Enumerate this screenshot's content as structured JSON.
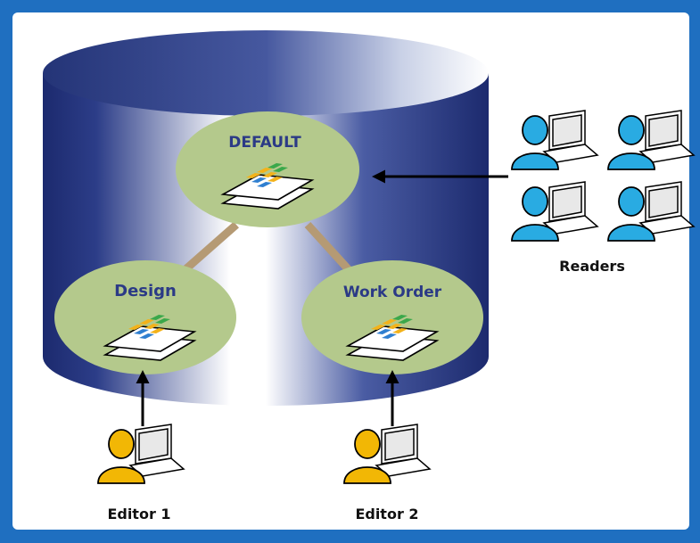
{
  "diagram": {
    "versions": {
      "default": {
        "label": "DEFAULT"
      },
      "design": {
        "label": "Design"
      },
      "work_order": {
        "label": "Work Order"
      }
    },
    "readers_label": "Readers",
    "editor1_label": "Editor 1",
    "editor2_label": "Editor 2"
  },
  "colors": {
    "background_border": "#1f6fc0",
    "panel": "#ffffff",
    "cylinder_dark": "#1c2a6e",
    "cylinder_light": "#ffffff",
    "version_node": "#b4c98c",
    "version_label": "#2b3a86",
    "connector": "#b59a74",
    "reader_user": "#29abe2",
    "editor_user": "#f2b705",
    "arrow": "#000000"
  },
  "icons": [
    "geodatabase-cylinder",
    "map-layers-icon",
    "user-laptop-icon",
    "arrow-icon"
  ]
}
